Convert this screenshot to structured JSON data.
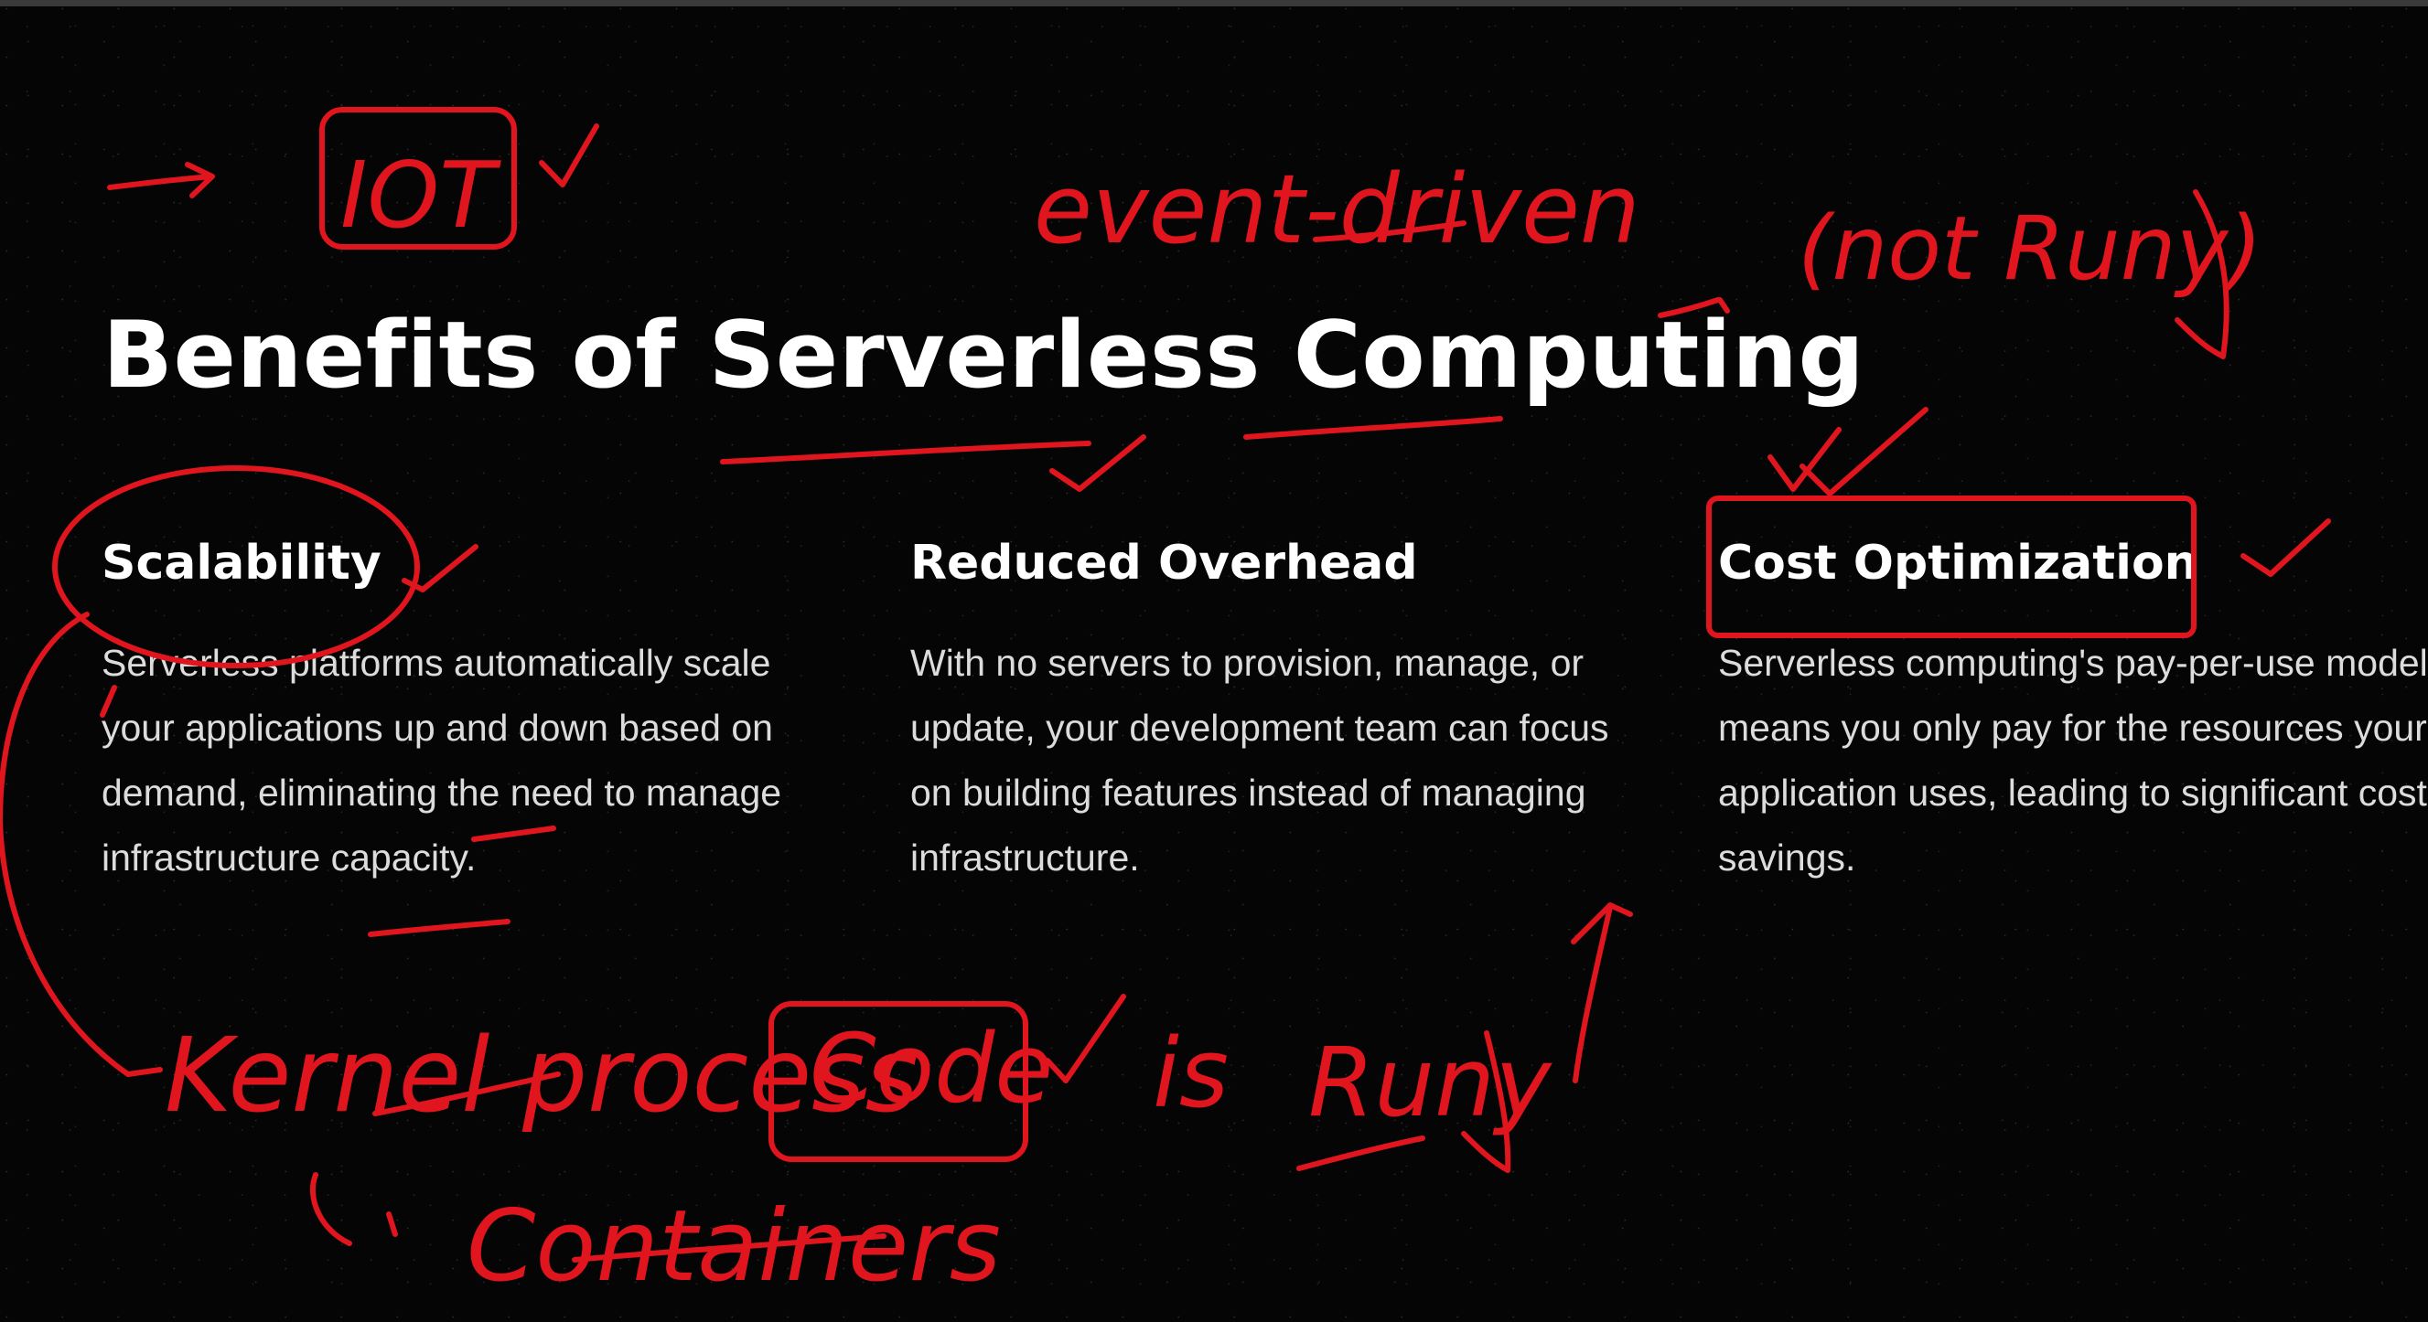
{
  "slide": {
    "title": "Benefits of Serverless Computing",
    "cards": [
      {
        "heading": "Scalability",
        "body": "Serverless platforms automatically scale your applications up and down based on demand, eliminating the need to manage infrastructure capacity."
      },
      {
        "heading": "Reduced Overhead",
        "body": "With no servers to provision, manage, or update, your development team can focus on building features instead of managing infrastructure."
      },
      {
        "heading": "Cost Optimization",
        "body": "Serverless computing's pay-per-use model means you only pay for the resources your application uses, leading to significant cost savings."
      }
    ]
  },
  "annotations": {
    "ink_color": "#e0151d",
    "iot": "IOT",
    "event_driven": "event-driven",
    "not_running": "(not Runy)",
    "kernel_process": "Kernel process",
    "code": "Code",
    "is": "is",
    "running": "Runy",
    "containers": "Containers"
  }
}
